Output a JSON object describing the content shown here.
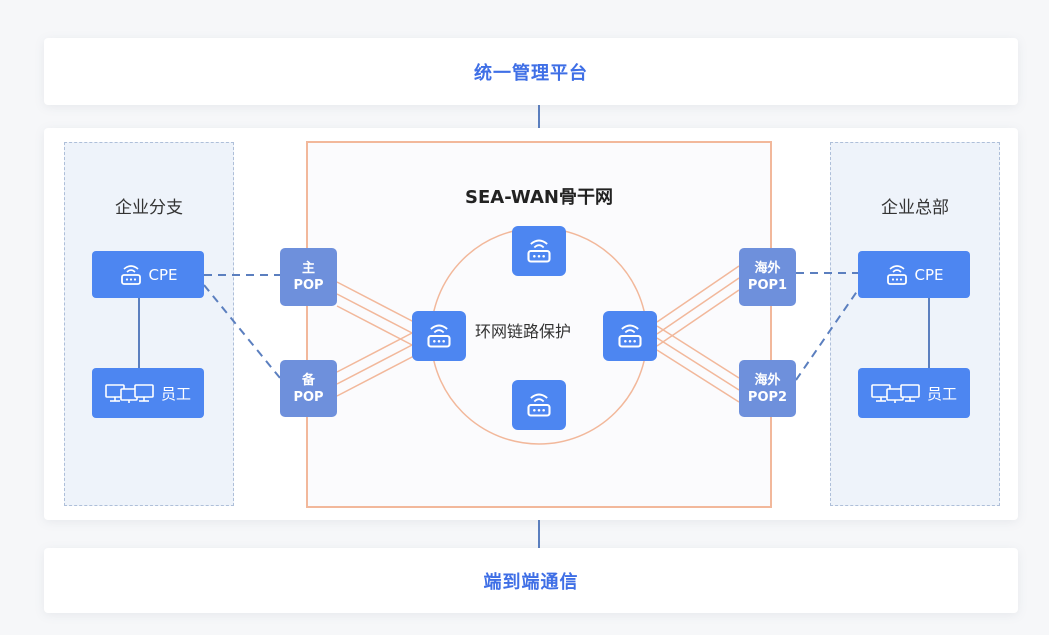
{
  "top_bar": {
    "title": "统一管理平台"
  },
  "bottom_bar": {
    "title": "端到端通信"
  },
  "branch": {
    "title": "企业分支",
    "cpe_label": "CPE",
    "staff_label": "员工"
  },
  "hq": {
    "title": "企业总部",
    "cpe_label": "CPE",
    "staff_label": "员工"
  },
  "backbone": {
    "title": "SEA-WAN骨干网",
    "ring_label": "环网链路保护"
  },
  "pops": {
    "primary": {
      "line1": "主",
      "line2": "POP"
    },
    "backup": {
      "line1": "备",
      "line2": "POP"
    },
    "overseas1": {
      "line1": "海外",
      "line2": "POP1"
    },
    "overseas2": {
      "line1": "海外",
      "line2": "POP2"
    }
  },
  "colors": {
    "accent": "#3f6fe6",
    "device": "#4d86f1",
    "pop": "#6e90dc",
    "backbone_border": "#f2b89b",
    "dashed_link": "#5b7fbf"
  },
  "icons": {
    "router": "router-icon",
    "computer": "computers-icon"
  }
}
